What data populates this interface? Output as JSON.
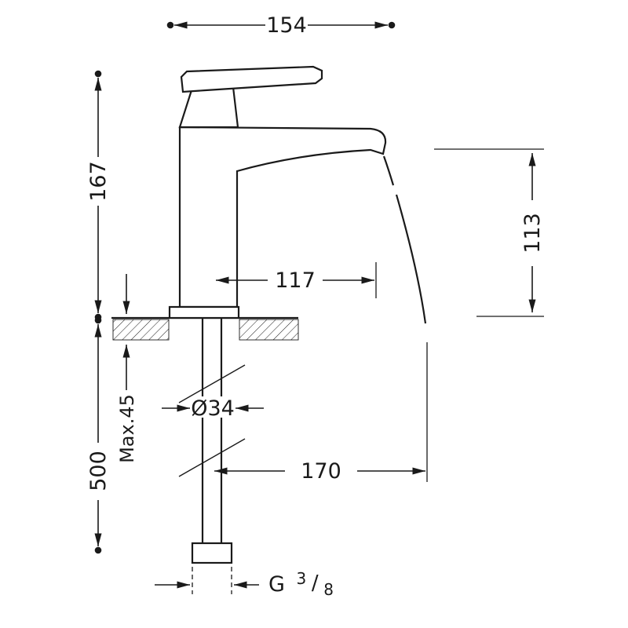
{
  "colors": {
    "line": "#1a1a1a",
    "background": "#ffffff"
  },
  "dimensions": {
    "overall_depth": "154",
    "body_height": "167",
    "outlet_height": "113",
    "spout_reach": "117",
    "shank_diameter": "Ø34",
    "max_deck_thickness": "Max.45",
    "hose_length": "500",
    "stream_reach": "170",
    "thread": {
      "prefix": "G",
      "numerator": "3",
      "slash": "/",
      "denominator": "8"
    }
  }
}
